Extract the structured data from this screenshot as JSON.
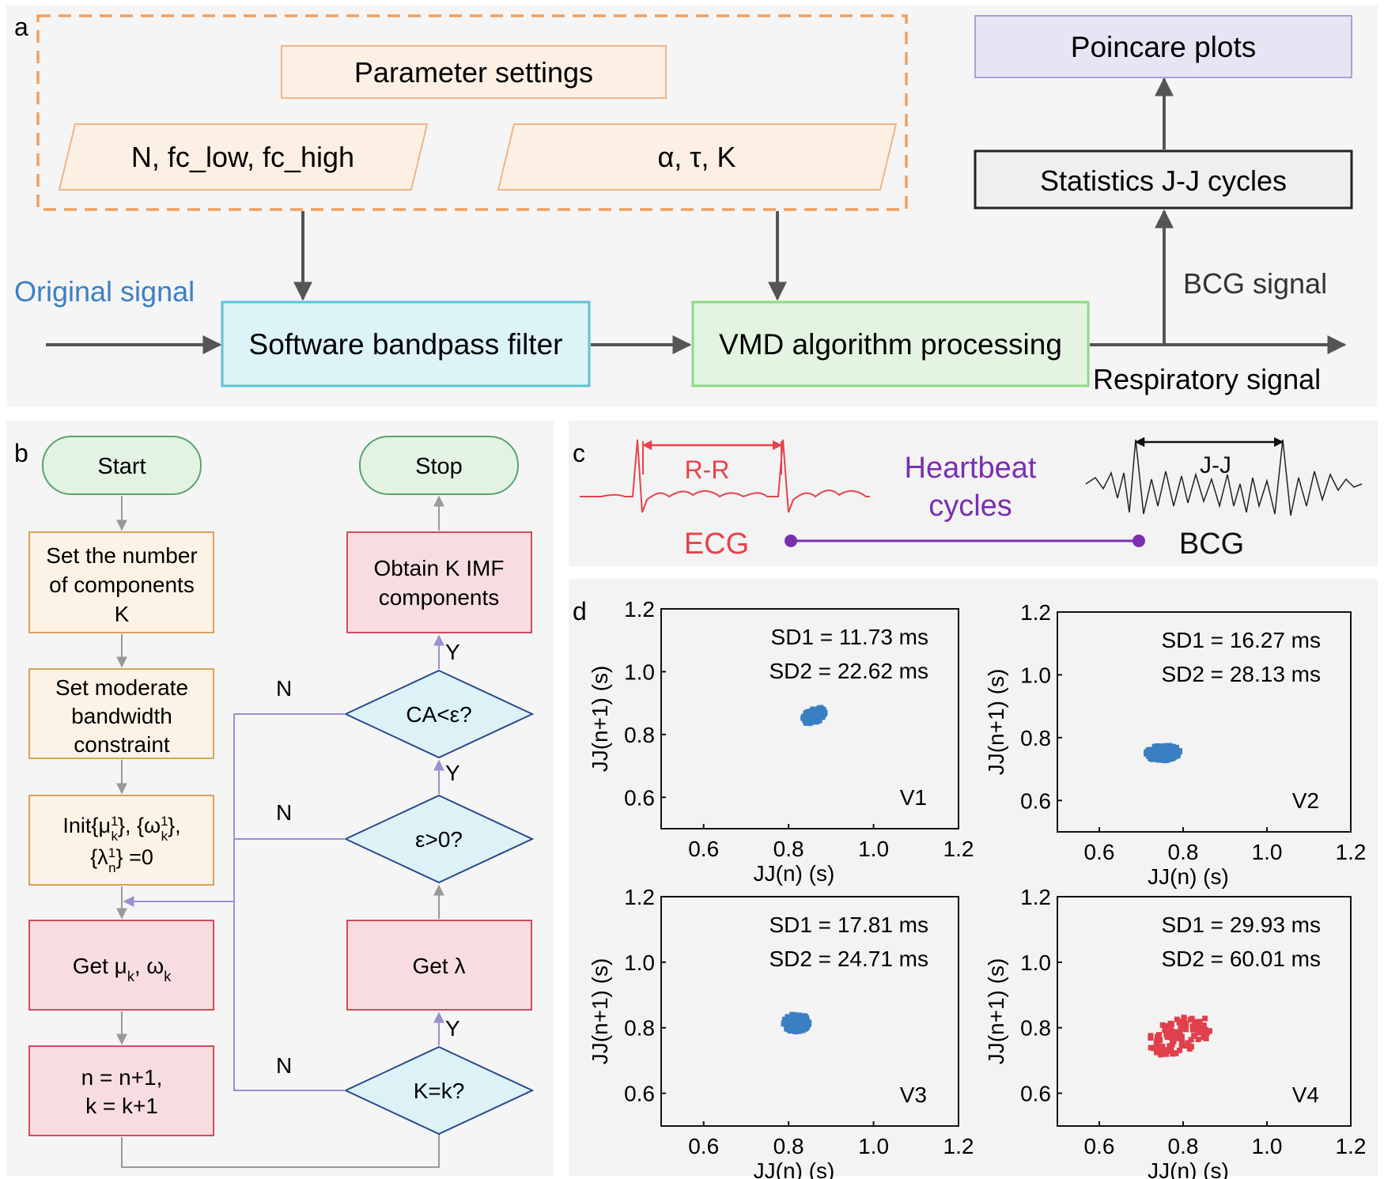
{
  "panel_a": {
    "label": "a",
    "param_title": "Parameter settings",
    "param_left": "N, fc_low, fc_high",
    "param_right": "α, τ, K",
    "original": "Original signal",
    "filter": "Software bandpass filter",
    "vmd": "VMD algorithm processing",
    "bcg": "BCG signal",
    "resp": "Respiratory signal",
    "stats": "Statistics J-J cycles",
    "poincare": "Poincare plots"
  },
  "panel_b": {
    "label": "b",
    "start": "Start",
    "stop": "Stop",
    "set_k": [
      "Set the number",
      "of components",
      "K"
    ],
    "set_bw": [
      "Set moderate",
      "bandwidth",
      "constraint"
    ],
    "init_1": "Init{μ",
    "init_1b": "}, {ω",
    "init_1c": "},",
    "init_2": "{λ",
    "init_2b": "} =0",
    "get_mu_prefix": "Get μ",
    "get_mu_sub": "k",
    "get_mu_mid": ", ω",
    "get_mu_sub2": "k",
    "update": [
      "n = n+1,",
      "k = k+1"
    ],
    "k_eq": "K=k?",
    "get_lambda": "Get λ",
    "eps": "ε>0?",
    "ca": "CA<ε?",
    "obtain": [
      "Obtain K IMF",
      "components"
    ],
    "yes": "Y",
    "no": "N",
    "sup_1": "1",
    "sub_k": "k",
    "sub_n": "n"
  },
  "panel_c": {
    "label": "c",
    "rr": "R-R",
    "jj": "J-J",
    "heartbeat": [
      "Heartbeat",
      "cycles"
    ],
    "ecg": "ECG",
    "bcg": "BCG",
    "colors": {
      "ecg": "#e8424a",
      "heartbeat": "#7a2fb0",
      "bcg": "#111111"
    }
  },
  "panel_d": {
    "label": "d",
    "chart_data": [
      {
        "type": "scatter",
        "name": "V1",
        "sd1": "SD1 = 11.73 ms",
        "sd2": "SD2 = 22.62 ms",
        "color": "#3a7fc4",
        "xlabel": "JJ(n) (s)",
        "ylabel": "JJ(n+1) (s)",
        "xlim": [
          0.5,
          1.2
        ],
        "ylim": [
          0.5,
          1.2
        ],
        "xticks": [
          "0.6",
          "0.8",
          "1.0",
          "1.2"
        ],
        "yticks": [
          "0.6",
          "0.8",
          "1.0",
          "1.2"
        ],
        "cluster": {
          "cx": 0.86,
          "cy": 0.86,
          "rx": 0.033,
          "ry": 0.02,
          "angle": 40,
          "n": 90
        }
      },
      {
        "type": "scatter",
        "name": "V2",
        "sd1": "SD1 = 16.27 ms",
        "sd2": "SD2 = 28.13 ms",
        "color": "#3a7fc4",
        "xlabel": "JJ(n) (s)",
        "ylabel": "JJ(n+1) (s)",
        "xlim": [
          0.5,
          1.2
        ],
        "ylim": [
          0.5,
          1.2
        ],
        "xticks": [
          "0.6",
          "0.8",
          "1.0",
          "1.2"
        ],
        "yticks": [
          "0.6",
          "0.8",
          "1.0",
          "1.2"
        ],
        "cluster": {
          "cx": 0.752,
          "cy": 0.752,
          "rx": 0.04,
          "ry": 0.026,
          "angle": 5,
          "n": 140
        }
      },
      {
        "type": "scatter",
        "name": "V3",
        "sd1": "SD1 = 17.81 ms",
        "sd2": "SD2 = 24.71 ms",
        "color": "#3a7fc4",
        "xlabel": "JJ(n) (s)",
        "ylabel": "JJ(n+1) (s)",
        "xlim": [
          0.5,
          1.2
        ],
        "ylim": [
          0.5,
          1.2
        ],
        "xticks": [
          "0.6",
          "0.8",
          "1.0",
          "1.2"
        ],
        "yticks": [
          "0.6",
          "0.8",
          "1.0",
          "1.2"
        ],
        "cluster": {
          "cx": 0.818,
          "cy": 0.815,
          "rx": 0.03,
          "ry": 0.027,
          "angle": 10,
          "n": 140
        }
      },
      {
        "type": "scatter",
        "name": "V4",
        "sd1": "SD1 = 29.93 ms",
        "sd2": "SD2 = 60.01 ms",
        "color": "#e0404c",
        "xlabel": "JJ(n) (s)",
        "ylabel": "JJ(n+1) (s)",
        "xlim": [
          0.5,
          1.2
        ],
        "ylim": [
          0.5,
          1.2
        ],
        "xticks": [
          "0.6",
          "0.8",
          "1.0",
          "1.2"
        ],
        "yticks": [
          "0.6",
          "0.8",
          "1.0",
          "1.2"
        ],
        "cluster": {
          "cx": 0.79,
          "cy": 0.775,
          "rx": 0.085,
          "ry": 0.05,
          "angle": 30,
          "n": 110
        }
      }
    ]
  }
}
